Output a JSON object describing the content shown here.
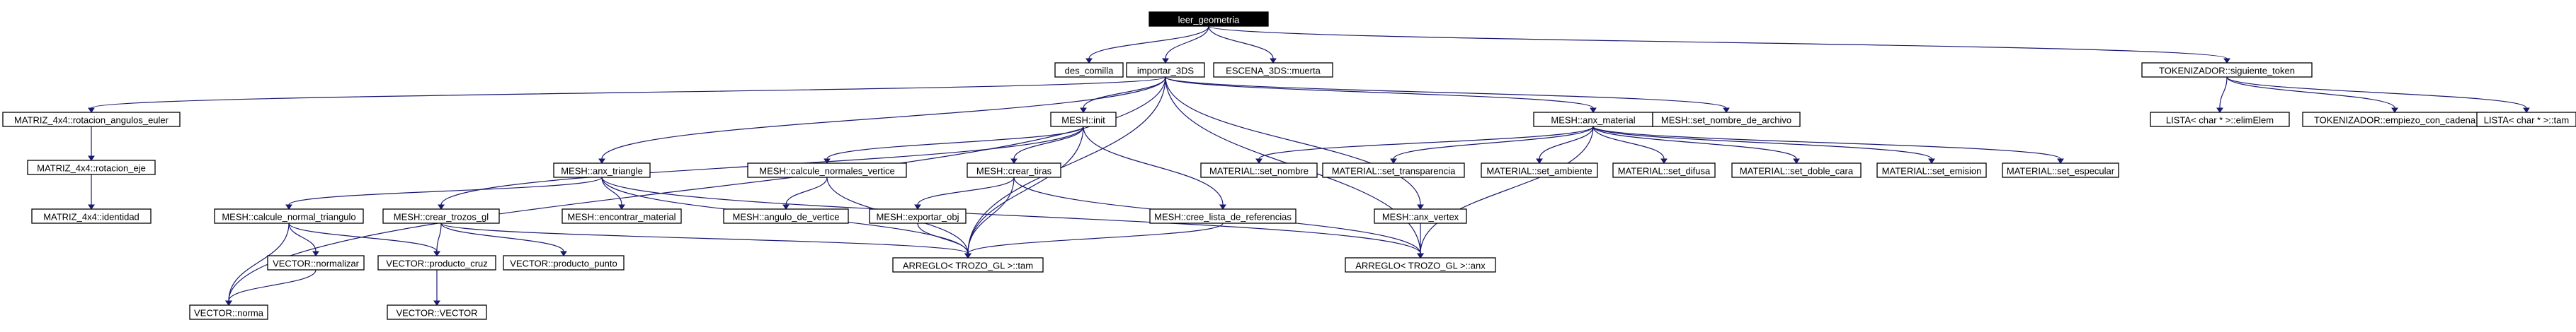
{
  "diagram": {
    "type": "call-graph",
    "root": "leer_geometria",
    "edge_color": "#191970",
    "root_fill": "#000000",
    "nodes": [
      {
        "id": "n_leer",
        "label": "leer_geometria",
        "root": true
      },
      {
        "id": "n_des_comilla",
        "label": "des_comilla"
      },
      {
        "id": "n_importar",
        "label": "importar_3DS"
      },
      {
        "id": "n_escena",
        "label": "ESCENA_3DS::muerta"
      },
      {
        "id": "n_tok_sig",
        "label": "TOKENIZADOR::siguiente_token"
      },
      {
        "id": "n_mat_rot_euler",
        "label": "MATRIZ_4x4::rotacion_angulos_euler"
      },
      {
        "id": "n_mat_rot_eje",
        "label": "MATRIZ_4x4::rotacion_eje"
      },
      {
        "id": "n_mat_ident",
        "label": "MATRIZ_4x4::identidad"
      },
      {
        "id": "n_mesh_init",
        "label": "MESH::init"
      },
      {
        "id": "n_mesh_anx_material",
        "label": "MESH::anx_material"
      },
      {
        "id": "n_mesh_set_nombre_archivo",
        "label": "MESH::set_nombre_de_archivo"
      },
      {
        "id": "n_lista_elim",
        "label": "LISTA< char * >::elimElem"
      },
      {
        "id": "n_tok_empiezo",
        "label": "TOKENIZADOR::empiezo_con_cadena"
      },
      {
        "id": "n_lista_tam",
        "label": "LISTA< char * >::tam"
      },
      {
        "id": "n_mesh_anx_triangle",
        "label": "MESH::anx_triangle"
      },
      {
        "id": "n_mesh_calc_normales",
        "label": "MESH::calcule_normales_vertice"
      },
      {
        "id": "n_mesh_crear_tiras",
        "label": "MESH::crear_tiras"
      },
      {
        "id": "n_mat_set_nombre",
        "label": "MATERIAL::set_nombre"
      },
      {
        "id": "n_mat_set_transp",
        "label": "MATERIAL::set_transparencia"
      },
      {
        "id": "n_mat_set_ambiente",
        "label": "MATERIAL::set_ambiente"
      },
      {
        "id": "n_mat_set_difusa",
        "label": "MATERIAL::set_difusa"
      },
      {
        "id": "n_mat_set_doble",
        "label": "MATERIAL::set_doble_cara"
      },
      {
        "id": "n_mat_set_emision",
        "label": "MATERIAL::set_emision"
      },
      {
        "id": "n_mat_set_especular",
        "label": "MATERIAL::set_especular"
      },
      {
        "id": "n_mesh_calc_normal_tri",
        "label": "MESH::calcule_normal_triangulo"
      },
      {
        "id": "n_mesh_crear_trozos",
        "label": "MESH::crear_trozos_gl"
      },
      {
        "id": "n_mesh_encontrar_mat",
        "label": "MESH::encontrar_material"
      },
      {
        "id": "n_mesh_angulo",
        "label": "MESH::angulo_de_vertice"
      },
      {
        "id": "n_mesh_exportar",
        "label": "MESH::exportar_obj"
      },
      {
        "id": "n_mesh_cree_lista",
        "label": "MESH::cree_lista_de_referencias"
      },
      {
        "id": "n_mesh_anx_vertex",
        "label": "MESH::anx_vertex"
      },
      {
        "id": "n_vec_normalizar",
        "label": "VECTOR::normalizar"
      },
      {
        "id": "n_vec_prod_cruz",
        "label": "VECTOR::producto_cruz"
      },
      {
        "id": "n_vec_prod_punto",
        "label": "VECTOR::producto_punto"
      },
      {
        "id": "n_arr_tam",
        "label": "ARREGLO< TROZO_GL >::tam"
      },
      {
        "id": "n_arr_anx",
        "label": "ARREGLO< TROZO_GL >::anx"
      },
      {
        "id": "n_vec_norma",
        "label": "VECTOR::norma"
      },
      {
        "id": "n_vec_vector",
        "label": "VECTOR::VECTOR"
      }
    ],
    "edges": [
      [
        "n_leer",
        "n_des_comilla"
      ],
      [
        "n_leer",
        "n_importar"
      ],
      [
        "n_leer",
        "n_escena"
      ],
      [
        "n_leer",
        "n_tok_sig"
      ],
      [
        "n_importar",
        "n_mat_rot_euler"
      ],
      [
        "n_importar",
        "n_mesh_init"
      ],
      [
        "n_importar",
        "n_mesh_anx_material"
      ],
      [
        "n_importar",
        "n_mesh_set_nombre_archivo"
      ],
      [
        "n_importar",
        "n_mesh_anx_triangle"
      ],
      [
        "n_importar",
        "n_mesh_anx_vertex"
      ],
      [
        "n_importar",
        "n_arr_tam"
      ],
      [
        "n_importar",
        "n_arr_anx"
      ],
      [
        "n_importar",
        "n_vec_norma"
      ],
      [
        "n_tok_sig",
        "n_lista_elim"
      ],
      [
        "n_tok_sig",
        "n_tok_empiezo"
      ],
      [
        "n_tok_sig",
        "n_lista_tam"
      ],
      [
        "n_mat_rot_euler",
        "n_mat_rot_eje"
      ],
      [
        "n_mat_rot_eje",
        "n_mat_ident"
      ],
      [
        "n_mesh_init",
        "n_mesh_calc_normales"
      ],
      [
        "n_mesh_init",
        "n_mesh_crear_tiras"
      ],
      [
        "n_mesh_init",
        "n_mesh_crear_trozos"
      ],
      [
        "n_mesh_init",
        "n_mesh_cree_lista"
      ],
      [
        "n_mesh_init",
        "n_arr_tam"
      ],
      [
        "n_mesh_anx_material",
        "n_mat_set_nombre"
      ],
      [
        "n_mesh_anx_material",
        "n_mat_set_transp"
      ],
      [
        "n_mesh_anx_material",
        "n_mat_set_ambiente"
      ],
      [
        "n_mesh_anx_material",
        "n_mat_set_difusa"
      ],
      [
        "n_mesh_anx_material",
        "n_mat_set_doble"
      ],
      [
        "n_mesh_anx_material",
        "n_mat_set_emision"
      ],
      [
        "n_mesh_anx_material",
        "n_mat_set_especular"
      ],
      [
        "n_mesh_anx_material",
        "n_arr_anx"
      ],
      [
        "n_mesh_anx_triangle",
        "n_mesh_calc_normal_tri"
      ],
      [
        "n_mesh_anx_triangle",
        "n_mesh_encontrar_mat"
      ],
      [
        "n_mesh_anx_triangle",
        "n_arr_tam"
      ],
      [
        "n_mesh_anx_triangle",
        "n_arr_anx"
      ],
      [
        "n_mesh_calc_normales",
        "n_mesh_angulo"
      ],
      [
        "n_mesh_calc_normales",
        "n_arr_tam"
      ],
      [
        "n_mesh_crear_tiras",
        "n_mesh_exportar"
      ],
      [
        "n_mesh_crear_tiras",
        "n_arr_tam"
      ],
      [
        "n_mesh_crear_tiras",
        "n_arr_anx"
      ],
      [
        "n_mesh_exportar",
        "n_arr_tam"
      ],
      [
        "n_mesh_cree_lista",
        "n_arr_tam"
      ],
      [
        "n_mesh_anx_vertex",
        "n_arr_anx"
      ],
      [
        "n_mesh_calc_normal_tri",
        "n_vec_normalizar"
      ],
      [
        "n_mesh_calc_normal_tri",
        "n_vec_prod_cruz"
      ],
      [
        "n_mesh_calc_normal_tri",
        "n_vec_norma"
      ],
      [
        "n_mesh_crear_trozos",
        "n_vec_prod_cruz"
      ],
      [
        "n_mesh_crear_trozos",
        "n_vec_prod_punto"
      ],
      [
        "n_mesh_crear_trozos",
        "n_arr_tam"
      ],
      [
        "n_vec_normalizar",
        "n_vec_norma"
      ],
      [
        "n_vec_prod_cruz",
        "n_vec_vector"
      ]
    ]
  }
}
